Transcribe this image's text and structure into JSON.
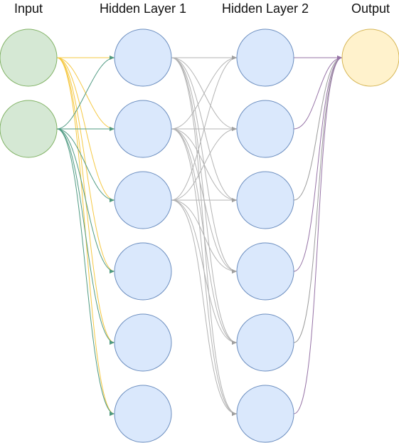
{
  "layers": [
    {
      "label": "Input",
      "count": 2,
      "fill": "#d5e8d4",
      "stroke": "#82b366"
    },
    {
      "label": "Hidden Layer 1",
      "count": 6,
      "fill": "#dae8fc",
      "stroke": "#6c8ebf"
    },
    {
      "label": "Hidden Layer 2",
      "count": 6,
      "fill": "#dae8fc",
      "stroke": "#6c8ebf"
    },
    {
      "label": "Output",
      "count": 1,
      "fill": "#fff2cc",
      "stroke": "#d6b656"
    }
  ],
  "edge_colors": {
    "input_1": "#f5c842",
    "input_2": "#4f9a82",
    "hidden_to_hidden": "#b3b3b3",
    "to_output": "#9673a6",
    "output_side": "#9c9c9c"
  }
}
